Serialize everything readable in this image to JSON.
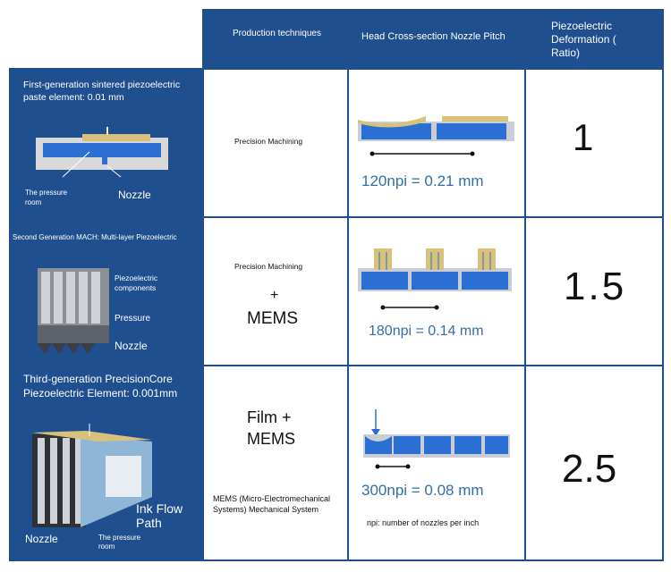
{
  "headers": {
    "production": "Production techniques",
    "cross_section": "Head Cross-section Nozzle Pitch",
    "deformation": "Piezoelectric Deformation ( Ratio)"
  },
  "rows": [
    {
      "title": "First-generation sintered piezoelectric paste element: 0.01 mm",
      "labels": {
        "pressure_room": "The pressure room",
        "nozzle": "Nozzle"
      },
      "technique_small": "Precision Machining",
      "pitch": "120npi = 0.21 mm",
      "ratio": "1"
    },
    {
      "title": "Second Generation MACH: Multi-layer Piezoelectric",
      "labels": {
        "components": "Piezoelectric components",
        "pressure": "Pressure",
        "nozzle": "Nozzle"
      },
      "technique_small": "Precision Machining",
      "technique_plus": "+",
      "technique_big": "MEMS",
      "pitch": "180npi = 0.14 mm",
      "ratio": "1.5"
    },
    {
      "title": "Third-generation PrecisionCore Piezoelectric Element: 0.001mm",
      "labels": {
        "ink_flow": "Ink Flow Path",
        "nozzle": "Nozzle",
        "pressure_room": "The pressure room"
      },
      "technique_big": "Film + MEMS",
      "technique_note": "MEMS (Micro-Electromechanical Systems) Mechanical System",
      "pitch": "300npi = 0.08 mm",
      "npi_note": "npi: number of nozzles per inch",
      "ratio": "2.5"
    }
  ],
  "colors": {
    "frame_blue": "#1f4f8f",
    "pitch_text": "#2f6fa8",
    "nozzle_blue": "#2a6fd1",
    "piezo_tan": "#d8c17a"
  }
}
